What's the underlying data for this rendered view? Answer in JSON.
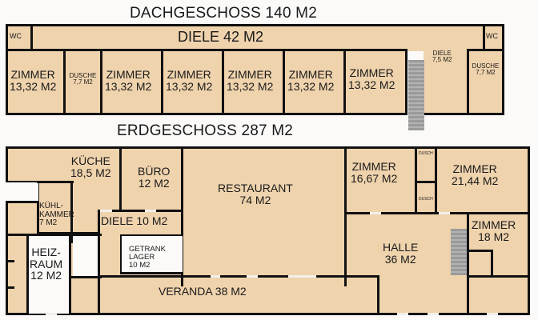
{
  "dachgeschoss": {
    "title": "DACHGESCHOSS 140 M2",
    "rooms": [
      {
        "name": "WC",
        "area": ""
      },
      {
        "name": "DIELE 42 M2",
        "area": ""
      },
      {
        "name": "WC",
        "area": ""
      },
      {
        "name": "ZIMMER",
        "area": "13,32 M2"
      },
      {
        "name": "DUSCHE",
        "area": "7,7 M2"
      },
      {
        "name": "ZIMMER",
        "area": "13,32 M2"
      },
      {
        "name": "ZIMMER",
        "area": "13,32 M2"
      },
      {
        "name": "ZIMMER",
        "area": "13,32 M2"
      },
      {
        "name": "ZIMMER",
        "area": "13,32 M2"
      },
      {
        "name": "ZIMMER",
        "area": "13,32 M2"
      },
      {
        "name": "DIELE",
        "area": "7,5 M2"
      },
      {
        "name": "DUSCHE",
        "area": "7,7 M2"
      }
    ]
  },
  "erdgeschoss": {
    "title": "ERDGESCHOSS 287 M2",
    "rooms": [
      {
        "name": "KÜCHE",
        "area": "18,5 M2"
      },
      {
        "name": "BÜRO",
        "area": "12 M2"
      },
      {
        "name": "KÜHL-",
        "name2": "KAMMER",
        "area": "7 M2"
      },
      {
        "name": "DIELE 10 M2",
        "area": ""
      },
      {
        "name": "GETRANK",
        "name2": "LAGER",
        "area": "10 M2"
      },
      {
        "name": "HEIZ-",
        "name2": "RAUM",
        "area": "12 M2"
      },
      {
        "name": "RESTAURANT",
        "area": "74 M2"
      },
      {
        "name": "VERANDA 38 M2",
        "area": ""
      },
      {
        "name": "ZIMMER",
        "area": "16,67 M2"
      },
      {
        "name": "DUSCH",
        "area": ""
      },
      {
        "name": "DUSCH",
        "area": ""
      },
      {
        "name": "ZIMMER",
        "area": "21,44 M2"
      },
      {
        "name": "HALLE",
        "area": "36 M2"
      },
      {
        "name": "ZIMMER",
        "area": "18 M2"
      }
    ]
  }
}
